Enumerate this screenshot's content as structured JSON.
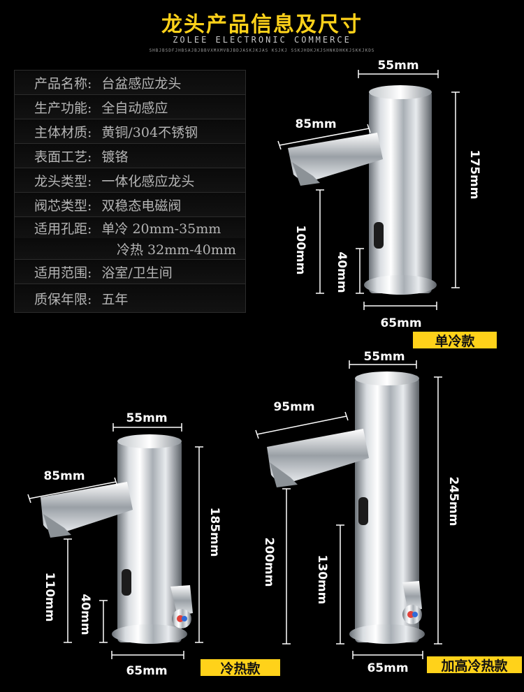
{
  "header": {
    "title": "龙头产品信息及尺寸",
    "subtitle": "ZOLEE ELECTRONIC COMMERCE",
    "tiny": "SHBJBSDFJHBSAJBJBBVXMXMVBJBDJASKJKJAS KSJKJ SSKJHDKJKJSHNKDHKKJSKKJKDS"
  },
  "specs": [
    {
      "key": "产品名称:",
      "value": "台盆感应龙头"
    },
    {
      "key": "生产功能:",
      "value": "全自动感应"
    },
    {
      "key": "主体材质:",
      "value": "黄铜/304不锈钢"
    },
    {
      "key": "表面工艺:",
      "value": "镀铬"
    },
    {
      "key": "龙头类型:",
      "value": "一体化感应龙头"
    },
    {
      "key": "阀芯类型:",
      "value": "双稳态电磁阀"
    },
    {
      "key": "适用孔距:",
      "value": "单冷  20mm-35mm"
    },
    {
      "key": "",
      "value": "冷热  32mm-40mm"
    },
    {
      "key": "适用范围:",
      "value": "浴室/卫生间"
    },
    {
      "key": "质保年限:",
      "value": "五年"
    }
  ],
  "faucet_single": {
    "label": "单冷款",
    "top_width": "55mm",
    "spout": "85mm",
    "height": "175mm",
    "spout_height": "100mm",
    "sensor": "40mm",
    "base": "65mm"
  },
  "faucet_mixed": {
    "label": "冷热款",
    "top_width": "55mm",
    "spout": "85mm",
    "height": "185mm",
    "spout_height": "110mm",
    "sensor": "40mm",
    "base": "65mm"
  },
  "faucet_tall": {
    "label": "加高冷热款",
    "top_width": "55mm",
    "spout": "95mm",
    "height": "245mm",
    "spout_height": "200mm",
    "sensor": "130mm",
    "base": "65mm"
  },
  "colors": {
    "accent": "#ffd21a",
    "chrome_light": "#f2f4f6",
    "chrome_dark": "#6d7379"
  }
}
